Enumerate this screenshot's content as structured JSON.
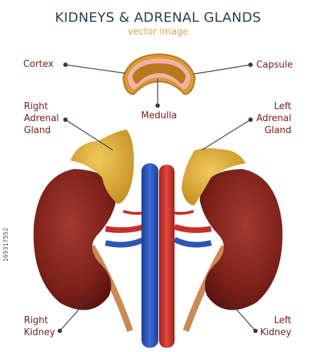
{
  "header": {
    "title": "KIDNEYS & ADRENAL GLANDS",
    "subtitle": "vector image"
  },
  "labels": {
    "cortex": "Cortex",
    "capsule": "Capsule",
    "medulla": "Medulla",
    "right_adrenal": [
      "Right",
      "Adrenal",
      "Gland"
    ],
    "left_adrenal": [
      "Left",
      "Adrenal",
      "Gland"
    ],
    "right_kidney": [
      "Right",
      "Kidney"
    ],
    "left_kidney": [
      "Left",
      "Kidney"
    ]
  },
  "side_credit": "169317552",
  "colors": {
    "title": "#2a3e50",
    "subtitle": "#e0a14b",
    "label": "#7a1818",
    "kidney": "#8e2a22",
    "adrenal": "#e0b13c",
    "artery": "#c8302c",
    "vein": "#2c55b4",
    "ureter": "#c98a55"
  }
}
